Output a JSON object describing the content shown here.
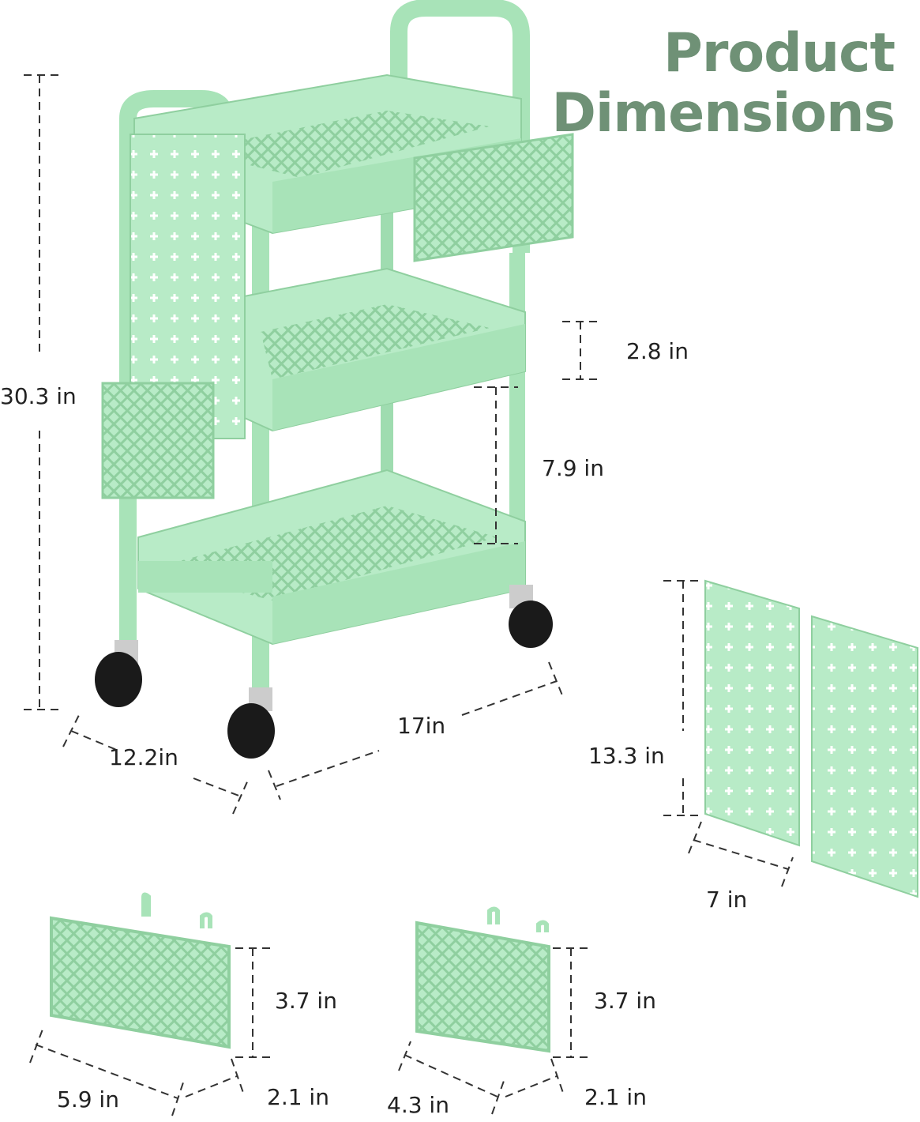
{
  "title": {
    "line1": "Product",
    "line2": "Dimensions"
  },
  "colors": {
    "title": "#6f9176",
    "product": "#b8ebc7",
    "product_dark": "#8fcf9f",
    "dim_line": "#333333"
  },
  "dimensions": {
    "height": "30.3 in",
    "depth": "12.2in",
    "width": "17in",
    "tier_gap_top": "2.8 in",
    "tier_gap": "7.9 in",
    "pegboard_height": "13.3 in",
    "pegboard_width": "7 in",
    "large_basket_height": "3.7 in",
    "large_basket_width": "5.9 in",
    "large_basket_depth": "2.1 in",
    "small_basket_height": "3.7 in",
    "small_basket_width": "4.3 in",
    "small_basket_depth": "2.1 in"
  }
}
